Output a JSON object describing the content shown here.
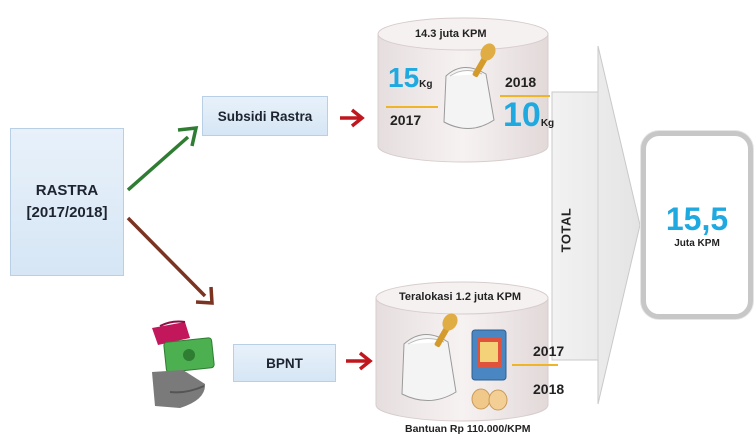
{
  "rastra": {
    "line1": "RASTRA",
    "line2": "[2017/2018]"
  },
  "subsidi": {
    "label": "Subsidi Rastra"
  },
  "bpnt": {
    "label": "BPNT"
  },
  "top_cylinder": {
    "caption": "14.3 juta KPM",
    "amount_2017": "15",
    "unit_2017": "Kg",
    "year_2017": "2017",
    "year_2018": "2018",
    "amount_2018": "10",
    "unit_2018": "Kg"
  },
  "bottom_cylinder": {
    "caption": "Teralokasi 1.2 juta KPM",
    "year_2017": "2017",
    "year_2018": "2018",
    "footer": "Bantuan Rp 110.000/KPM"
  },
  "total": {
    "label": "TOTAL"
  },
  "result": {
    "value": "15,5",
    "unit": "Juta KPM"
  },
  "colors": {
    "accent_blue": "#1ea9e1",
    "arrow_green": "#2f7d32",
    "arrow_brown": "#7b3322",
    "arrow_red": "#c0161e",
    "box_fill": "#dce9f6",
    "cylinder_fill": "#f1eaea",
    "divider_yellow": "#f0b429"
  },
  "icons": [
    "rice-sack-icon",
    "money-hand-icon",
    "egg-icon",
    "packaged-food-icon"
  ]
}
